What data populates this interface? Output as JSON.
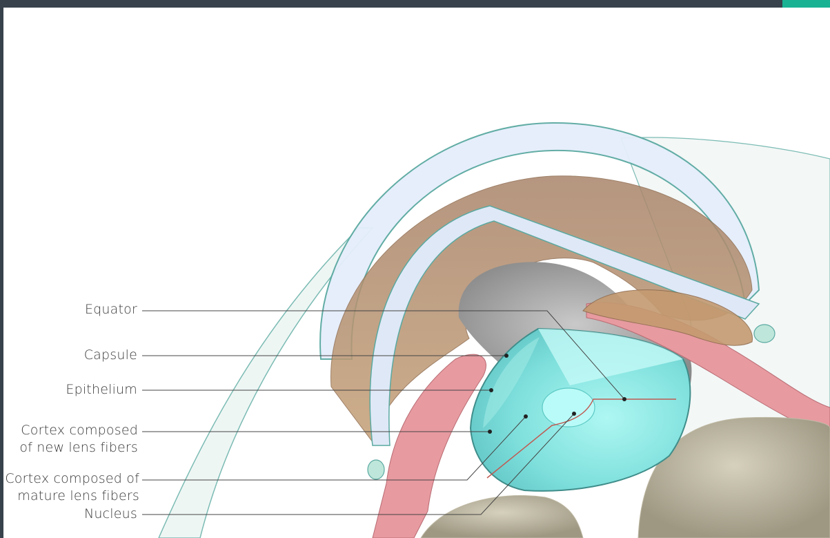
{
  "labels": {
    "equator": "Equator",
    "capsule": "Capsule",
    "epithelium": "Epithelium",
    "cortex_new": [
      "Cortex composed",
      "of new lens fibers"
    ],
    "cortex_mature": [
      "Cortex composed of",
      "mature lens fibers"
    ],
    "nucleus": "Nucleus"
  },
  "colors": {
    "topbar": "#37424c",
    "topbar_accent": "#19b394",
    "outline": "#5aa9a1",
    "lens": "#7fe0dc",
    "iris": "#c09a6e",
    "ciliary": "#e79aa0",
    "pupil": "#8c8c8c",
    "leader": "#444444"
  }
}
